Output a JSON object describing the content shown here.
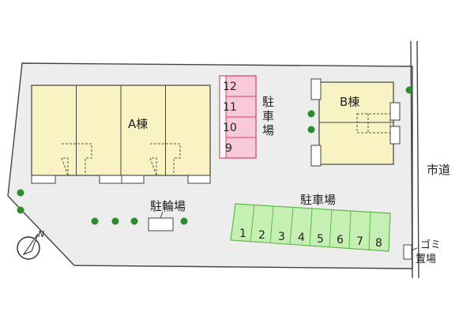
{
  "title": "",
  "buildings": [
    {
      "id": "A",
      "label": "A棟",
      "units": 4
    },
    {
      "id": "B",
      "label": "B棟",
      "units": 2
    }
  ],
  "parking_vertical": {
    "label": "駐車場",
    "slots": [
      "12",
      "11",
      "10",
      "9"
    ],
    "color": "#f7c9d9",
    "border": "#d9406f"
  },
  "parking_bottom": {
    "label": "駐車場",
    "slots": [
      "1",
      "2",
      "3",
      "4",
      "5",
      "6",
      "7",
      "8"
    ],
    "color": "#c6efb4",
    "border": "#5fb84a"
  },
  "bicycle_parking": {
    "label": "駐輪場"
  },
  "garbage": {
    "label_line1": "ゴミ",
    "label_line2": "置場"
  },
  "road": {
    "label": "市道"
  },
  "compass": {
    "label": "N"
  },
  "colors": {
    "lot": "#ededed",
    "building": "#f9f3c4",
    "tree": "#2e8b2e",
    "outline": "#444444"
  }
}
